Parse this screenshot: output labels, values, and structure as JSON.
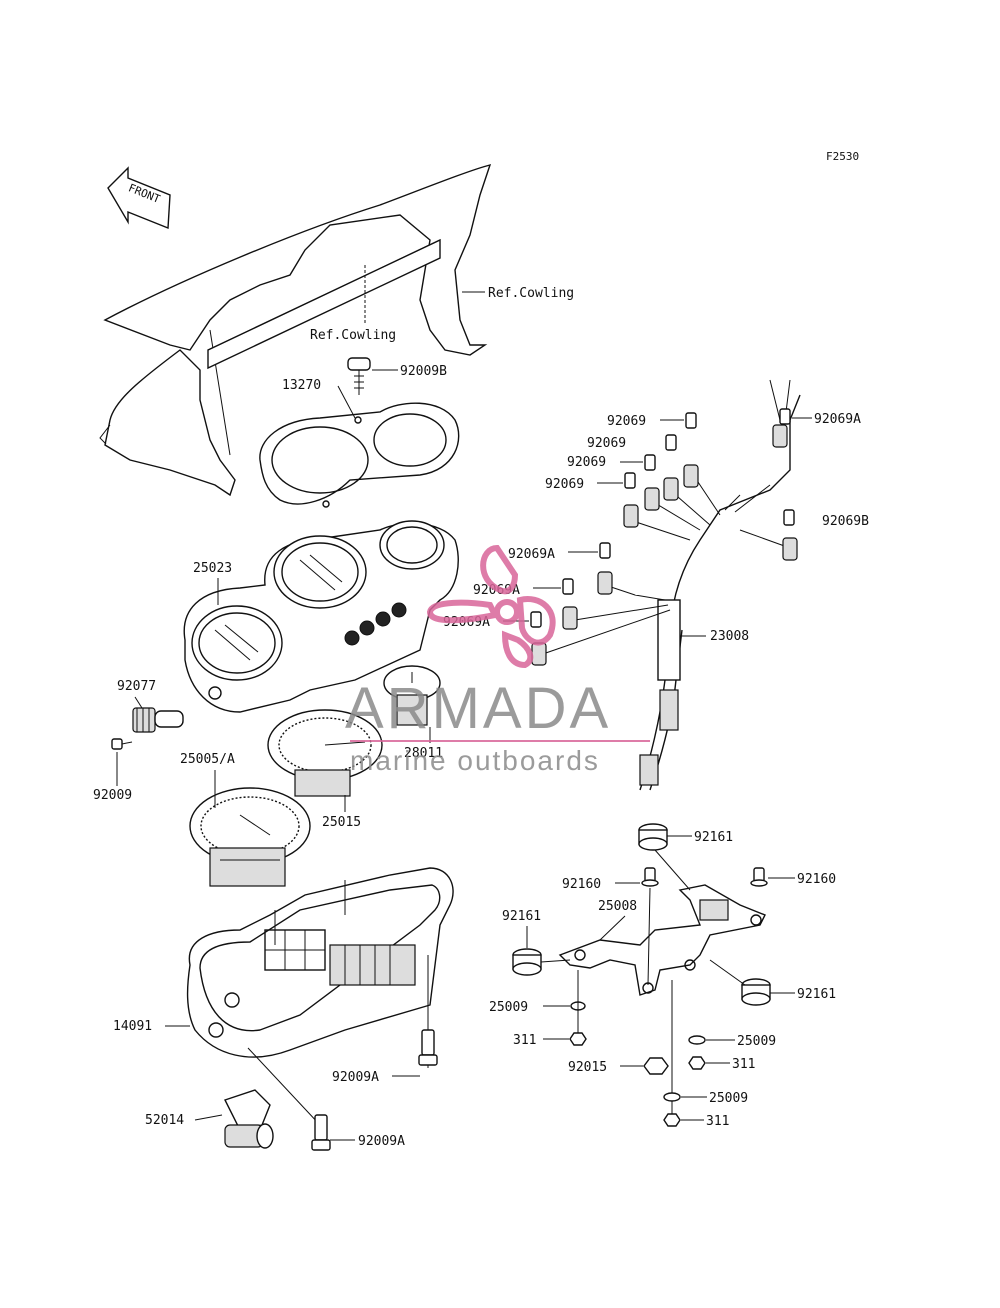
{
  "figure_code": "F2530",
  "front_label": "FRONT",
  "ref_labels": {
    "cowling_upper": "Ref.Cowling",
    "cowling_lower": "Ref.Cowling"
  },
  "part_labels": {
    "p13270": "13270",
    "p92009B": "92009B",
    "p25023": "25023",
    "p92077": "92077",
    "p92009": "92009",
    "p25005A": "25005/A",
    "p25015": "25015",
    "p28011": "28011",
    "p14091": "14091",
    "p52014": "52014",
    "p92009A_1": "92009A",
    "p92009A_2": "92009A",
    "p92069_1": "92069",
    "p92069_2": "92069",
    "p92069_3": "92069",
    "p92069_4": "92069",
    "p92069A_1": "92069A",
    "p92069A_2": "92069A",
    "p92069A_3": "92069A",
    "p92069A_4": "92069A",
    "p92069B": "92069B",
    "p23008": "23008",
    "p92161_1": "92161",
    "p92161_2": "92161",
    "p92161_3": "92161",
    "p92160_1": "92160",
    "p92160_2": "92160",
    "p25008": "25008",
    "p25009_1": "25009",
    "p25009_2": "25009",
    "p25009_3": "25009",
    "p311_1": "311",
    "p311_2": "311",
    "p311_3": "311",
    "p92015": "92015"
  },
  "watermark": {
    "brand": "ARMADA",
    "tagline": "marine outboards",
    "accent_color": "#d9669a"
  }
}
